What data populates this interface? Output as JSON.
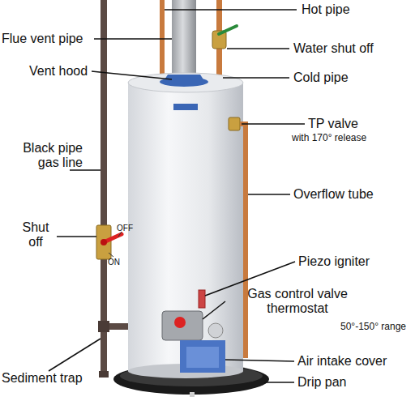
{
  "diagram": {
    "labels": [
      "Hot pipe",
      "Flue vent pipe",
      "Water shut off",
      "Vent hood",
      "Cold pipe",
      "TP valve",
      "with 170° release",
      "Black pipe gas line",
      "Overflow tube",
      "Shut off",
      "OFF",
      "ON",
      "Piezo igniter",
      "Gas control valve thermostat",
      "50°-150° range",
      "Sediment trap",
      "Air intake cover",
      "Drip pan"
    ]
  }
}
